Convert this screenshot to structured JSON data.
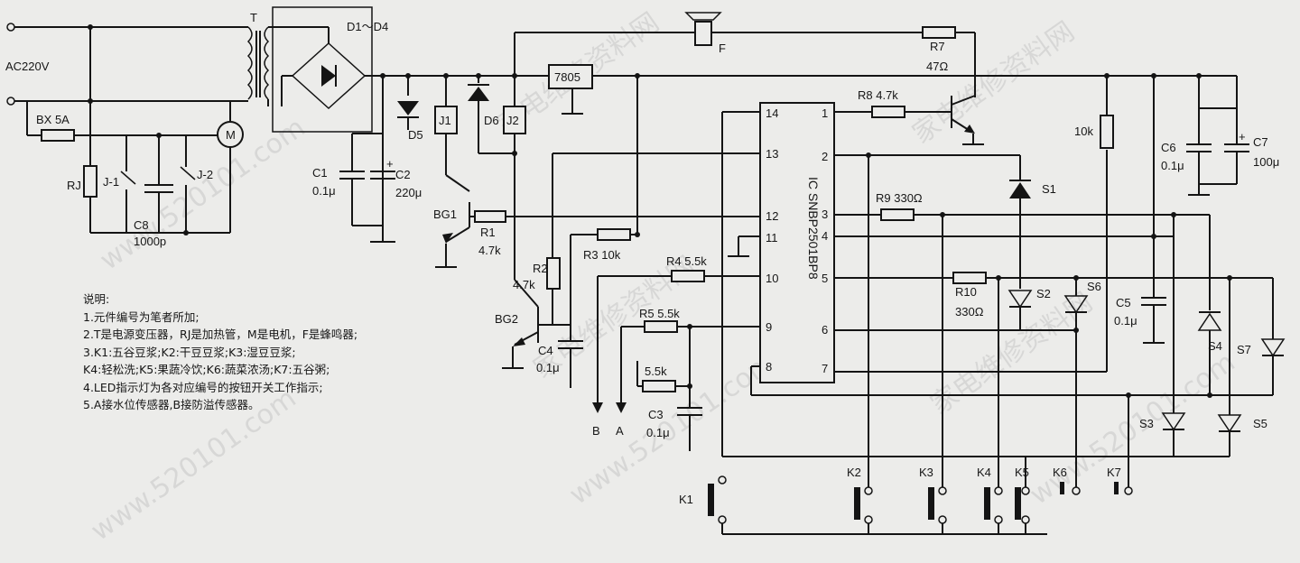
{
  "power": {
    "input": "AC220V",
    "fuse": "BX 5A",
    "transformer": "T",
    "bridge": "D1～D4",
    "motor": "M",
    "heater": "RJ",
    "relay_contact_1": "J-1",
    "relay_contact_2": "J-2",
    "c8_name": "C8",
    "c8_value": "1000p"
  },
  "components": {
    "c1_name": "C1",
    "c1_value": "0.1μ",
    "c2_name": "C2",
    "c2_value": "220μ",
    "d5": "D5",
    "d6": "D6",
    "j1": "J1",
    "j2": "J2",
    "reg": "7805",
    "buzzer": "F",
    "r7_name": "R7",
    "r7_value": "47Ω",
    "r8": "R8 4.7k",
    "r1_name": "R1",
    "r1_value": "4.7k",
    "bg1": "BG1",
    "bg2": "BG2",
    "r2_name": "R2",
    "r2_value": "4.7k",
    "r3": "R3 10k",
    "r4": "R4 5.5k",
    "r5": "R5 5.5k",
    "r_extra": "5.5k",
    "c3_name": "C3",
    "c3_value": "0.1μ",
    "c4_name": "C4",
    "c4_value": "0.1μ",
    "r9": "R9 330Ω",
    "r10_name": "R10",
    "r10_value": "330Ω",
    "r_10k": "10k",
    "c5_name": "C5",
    "c5_value": "0.1μ",
    "c6_name": "C6",
    "c6_value": "0.1μ",
    "c7_name": "C7",
    "c7_value": "100μ",
    "sensor_b": "B",
    "sensor_a": "A"
  },
  "ic": {
    "label": "IC SNBP2501BP8",
    "pins_left": [
      "14",
      "13",
      "12",
      "11",
      "10",
      "9",
      "8"
    ],
    "pins_right": [
      "1",
      "2",
      "3",
      "4",
      "5",
      "6",
      "7"
    ]
  },
  "leds": [
    "S1",
    "S2",
    "S3",
    "S4",
    "S5",
    "S6",
    "S7"
  ],
  "keys": [
    "K1",
    "K2",
    "K3",
    "K4",
    "K5",
    "K6",
    "K7"
  ],
  "notes": {
    "heading": "说明:",
    "lines": [
      "1.元件编号为笔者所加;",
      "2.T是电源变压器，RJ是加热管，M是电机，F是蜂鸣器;",
      "3.K1:五谷豆浆;K2:干豆豆浆;K3:湿豆豆浆;",
      "K4:轻松洗;K5:果蔬冷饮;K6:蔬菜浓汤;K7:五谷粥;",
      "4.LED指示灯为各对应编号的按钮开关工作指示;",
      "5.A接水位传感器,B接防溢传感器。"
    ]
  },
  "watermarks": [
    "家电维修资料网",
    "www.520101.com"
  ]
}
